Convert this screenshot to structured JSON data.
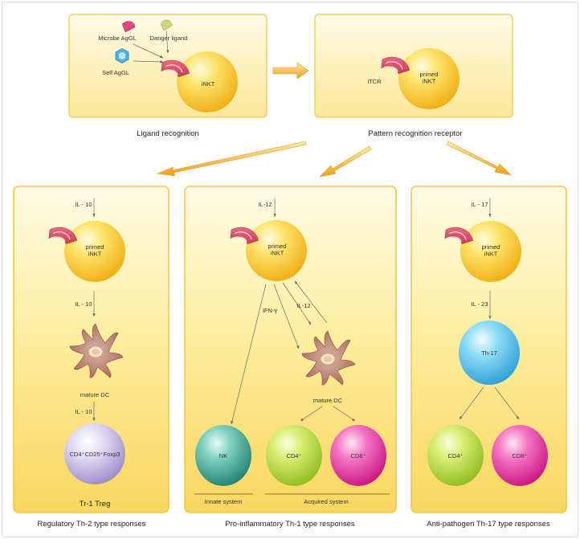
{
  "colors": {
    "panel_border": "#f2c84b",
    "panel_top": "#fffbe3",
    "panel_bottom": "#f8d760",
    "inkt_cell": "#f7c21e",
    "arrow": "#f0a020",
    "receptor": "#d63a5a"
  },
  "top": {
    "ligand": {
      "microbe_label": "Microbe AgGL",
      "danger_label": "Danger ligand",
      "self_label": "Self AgGL",
      "cell_label": "iNKT",
      "caption": "Ligand recognition"
    },
    "pattern": {
      "receptor_label": "iTCR",
      "cell_label": "primed\niNKT",
      "caption": "Pattern recognition receptor"
    }
  },
  "panels": {
    "left": {
      "il_top": "IL - 10",
      "cell_label": "primed\niNKT",
      "il_mid": "IL - 10",
      "dc_label": "mature DC",
      "il_bottom": "IL - 10",
      "treg_cell_label": "CD4⁺CD25⁺Foxp3",
      "treg_label": "Tr-1 Treg",
      "caption": "Regulatory Th-2 type responses"
    },
    "middle": {
      "il_top": "IL-12",
      "cell_label": "primed\niNKT",
      "ifn_label": "IFN-γ",
      "il_return": "IL-12",
      "dc_label": "mature DC",
      "nk_label": "NK",
      "cd4_label": "CD4⁺",
      "cd8_label": "CD8⁺",
      "innate_label": "Innate system",
      "acquired_label": "Acquired system",
      "caption": "Pro-inflammatory Th-1 type responses"
    },
    "right": {
      "il_top": "IL - 17",
      "cell_label": "primed\niNKT",
      "il_mid": "IL - 23",
      "th17_label": "Th-17",
      "cd4_label": "CD4⁺",
      "cd8_label": "CD8⁺",
      "caption": "Anti-pathogen Th-17 type responses"
    }
  }
}
